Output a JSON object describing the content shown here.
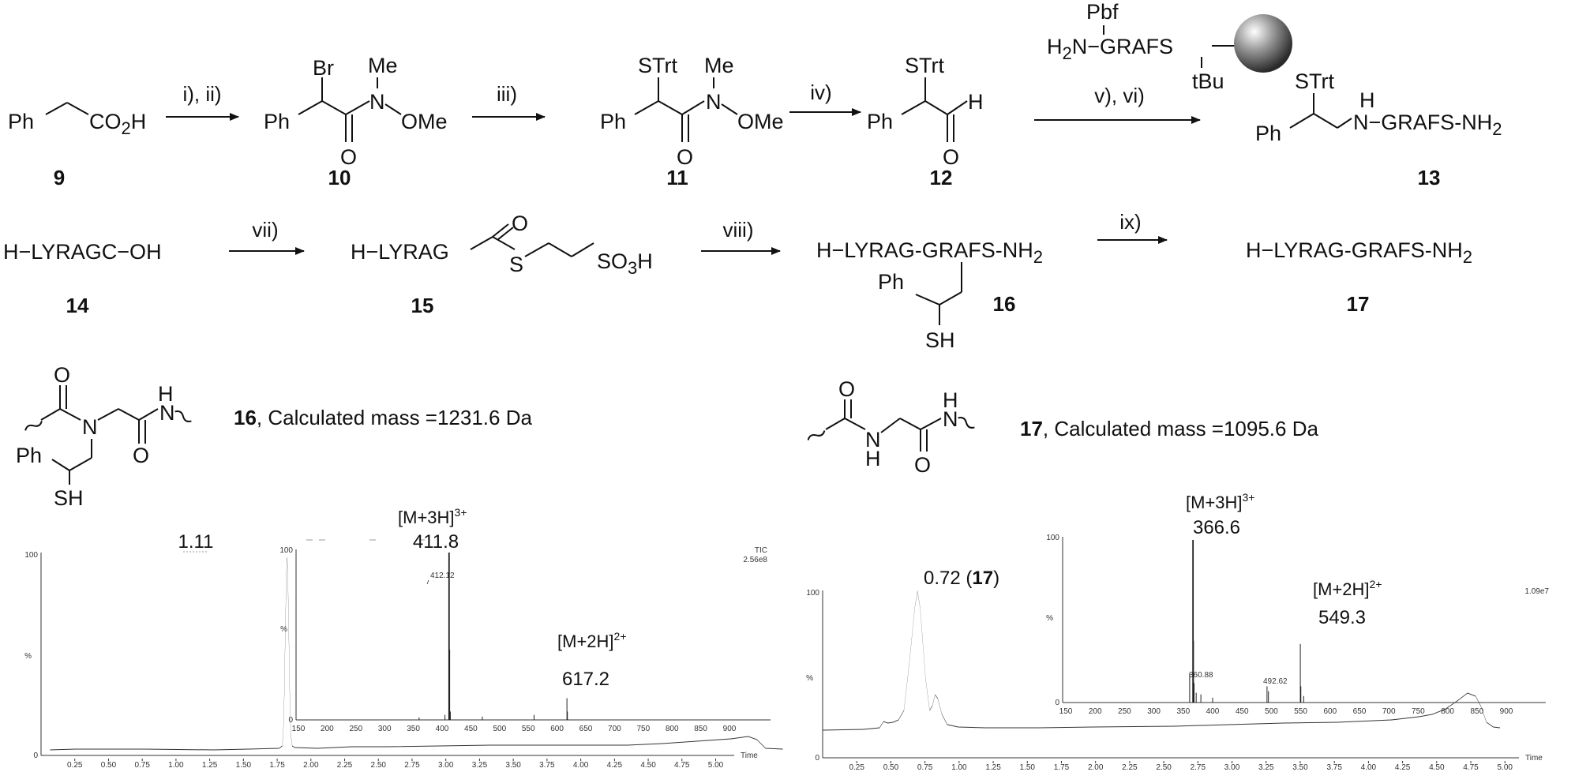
{
  "scheme": {
    "row1": {
      "c9": {
        "ph": "Ph",
        "acid": "CO",
        "acid_sub": "2",
        "acid_h": "H",
        "num": "9"
      },
      "step1": "i), ii)",
      "c10": {
        "br": "Br",
        "me": "Me",
        "n": "N",
        "ome": "OMe",
        "o": "O",
        "ph": "Ph",
        "num": "10"
      },
      "step2": "iii)",
      "c11": {
        "strt": "STrt",
        "me": "Me",
        "n": "N",
        "ome": "OMe",
        "o": "O",
        "ph": "Ph",
        "num": "11"
      },
      "step3": "iv)",
      "c12": {
        "strt": "STrt",
        "h": "H",
        "o": "O",
        "ph": "Ph",
        "num": "12"
      },
      "resin": {
        "pbf": "Pbf",
        "h2n": "H",
        "h2n_sub": "2",
        "h2n_rest": "N−GRAFS",
        "tbu": "tBu"
      },
      "step4": "v), vi)",
      "c13": {
        "strt": "STrt",
        "h": "H",
        "ph": "Ph",
        "chain": "N−GRAFS-NH",
        "chain_sub": "2",
        "num": "13"
      }
    },
    "row2": {
      "c14": {
        "text": "H−LYRAGC−OH",
        "num": "14"
      },
      "step5": "vii)",
      "c15": {
        "text": "H−LYRAG",
        "s": "S",
        "o": "O",
        "so3h": "SO",
        "so3h_sub": "3",
        "so3h_h": "H",
        "num": "15"
      },
      "step6": "viii)",
      "c16": {
        "text": "H−LYRAG-GRAFS-NH",
        "sub": "2",
        "ph": "Ph",
        "sh": "SH",
        "num": "16"
      },
      "step7": "ix)",
      "c17": {
        "text": "H−LYRAG-GRAFS-NH",
        "sub": "2",
        "num": "17"
      }
    }
  },
  "left_panel": {
    "frag": {
      "o1": "O",
      "n": "N",
      "h": "H",
      "nh_n": "N",
      "o2": "O",
      "ph": "Ph",
      "sh": "SH"
    },
    "caption": {
      "num": "16",
      "text": ", Calculated mass =1231.6  Da"
    },
    "lc": {
      "peak_label": "1.11",
      "y_top": "100",
      "y_unit": "%",
      "y_zero": "0",
      "x_unit": "Time",
      "x_ticks": [
        "0.25",
        "0.50",
        "0.75",
        "1.00",
        "1.25",
        "1.50",
        "1.75",
        "2.00",
        "2.25",
        "2.50",
        "2.75",
        "3.00",
        "3.25",
        "3.50",
        "3.75",
        "4.00",
        "4.25",
        "4.50",
        "4.75",
        "5.00"
      ]
    },
    "ms": {
      "y_top": "100",
      "y_unit": "%",
      "y_zero": "0",
      "tic": "TIC",
      "tic_val": "2.56e8",
      "small_label": "412.12",
      "ion1": {
        "base": "[M+3H]",
        "sup": "3+",
        "value": "411.8"
      },
      "ion2": {
        "base": "[M+2H]",
        "sup": "2+",
        "value": "617.2"
      },
      "x_ticks": [
        "150",
        "200",
        "250",
        "300",
        "350",
        "400",
        "450",
        "500",
        "550",
        "600",
        "650",
        "700",
        "750",
        "800",
        "850",
        "900"
      ]
    }
  },
  "right_panel": {
    "frag": {
      "o1": "O",
      "n": "N",
      "h1": "H",
      "h2": "H",
      "n2": "N",
      "o2": "O"
    },
    "caption": {
      "num": "17",
      "text": ", Calculated mass =1095.6  Da"
    },
    "lc": {
      "peak_label": "0.72 (",
      "peak_num": "17",
      "peak_close": ")",
      "y_top": "100",
      "y_unit": "%",
      "y_zero": "0",
      "x_unit": "Time",
      "x_ticks": [
        "0.25",
        "0.50",
        "0.75",
        "1.00",
        "1.25",
        "1.50",
        "1.75",
        "2.00",
        "2.25",
        "2.50",
        "2.75",
        "3.00",
        "3.25",
        "3.50",
        "3.75",
        "4.00",
        "4.25",
        "4.50",
        "4.75",
        "5.00"
      ]
    },
    "ms": {
      "y_top": "100",
      "y_unit": "%",
      "y_zero": "0",
      "tic_val": "1.09e7",
      "small1": "360.88",
      "small2": "492.62",
      "ion1": {
        "base": "[M+3H]",
        "sup": "3+",
        "value": "366.6"
      },
      "ion2": {
        "base": "[M+2H]",
        "sup": "2+",
        "value": "549.3"
      },
      "x_ticks": [
        "150",
        "200",
        "250",
        "300",
        "350",
        "400",
        "450",
        "500",
        "550",
        "600",
        "650",
        "700",
        "750",
        "800",
        "850",
        "900"
      ]
    }
  }
}
